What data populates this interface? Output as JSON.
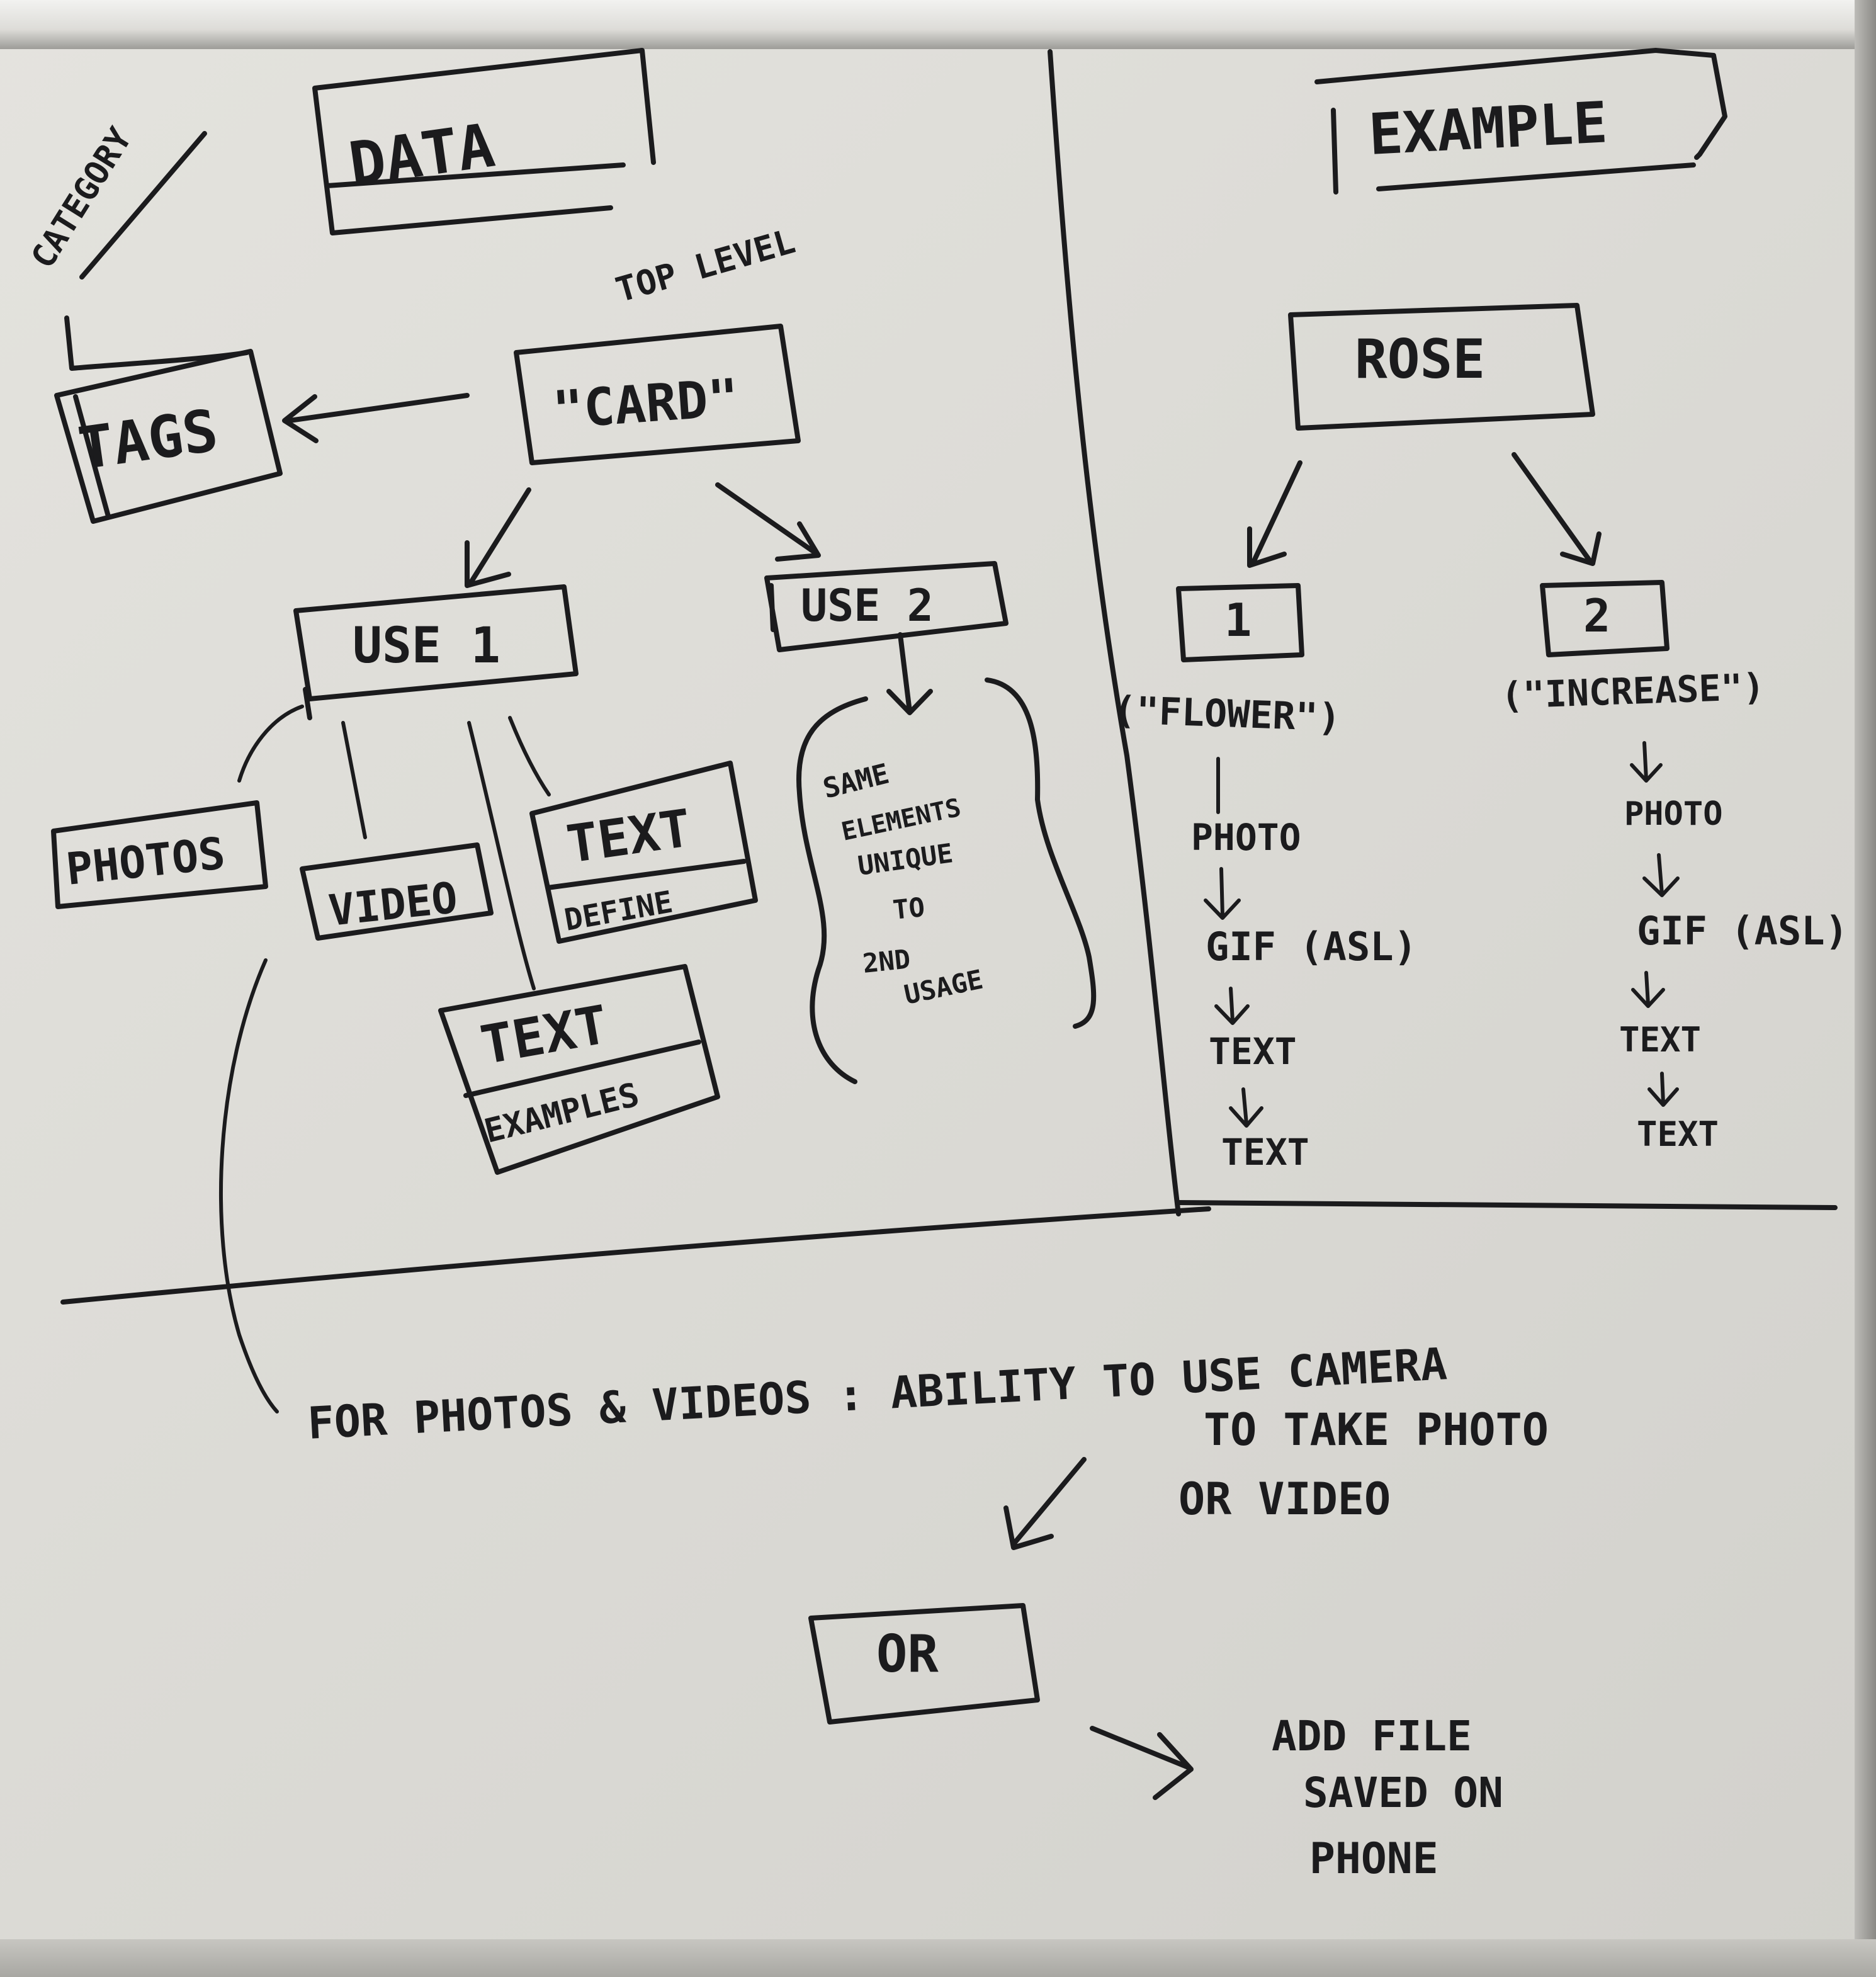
{
  "data_section": {
    "title": "DATA",
    "category_label": "CATEGORY",
    "tags_label": "TAGS",
    "top_level_label": "TOP LEVEL",
    "card_label": "\"CARD\"",
    "use1_label": "USE 1",
    "use2_label": "USE 2",
    "photos_label": "PHOTOS",
    "video_label": "VIDEO",
    "text_define_label": "TEXT",
    "define_label": "DEFINE",
    "text_examples_label": "TEXT",
    "examples_label": "EXAMPLES",
    "use2_note_lines": [
      "SAME",
      "ELEMENTS",
      "UNIQUE",
      "TO",
      "2ND",
      "USAGE"
    ]
  },
  "example_section": {
    "title": "EXAMPLE",
    "rose_label": "ROSE",
    "sense1": {
      "number": "1",
      "meaning": "(\"FLOWER\")",
      "steps": [
        "PHOTO",
        "GIF (ASL)",
        "TEXT",
        "TEXT"
      ]
    },
    "sense2": {
      "number": "2",
      "meaning": "(\"INCREASE\")",
      "steps": [
        "PHOTO",
        "GIF (ASL)",
        "TEXT",
        "TEXT"
      ]
    }
  },
  "bottom_section": {
    "note_line1": "FOR PHOTOS & VIDEOS : ABILITY TO USE CAMERA",
    "note_line2": "TO TAKE PHOTO",
    "note_line3": "OR VIDEO",
    "or_label": "OR",
    "add_file_lines": [
      "ADD FILE",
      "SAVED ON",
      "PHONE"
    ]
  }
}
